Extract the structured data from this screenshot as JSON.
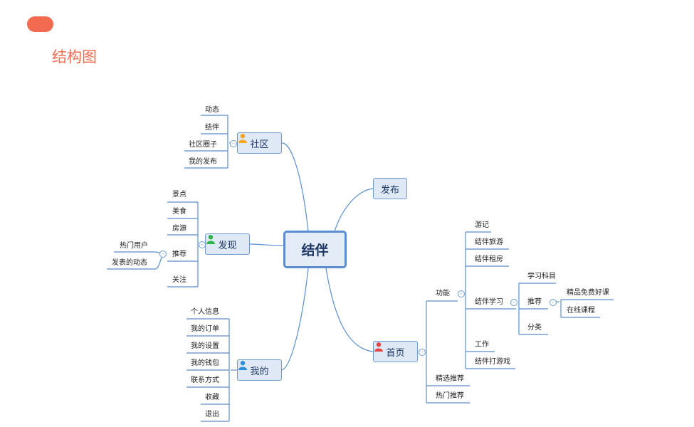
{
  "header": {
    "title": "结构图"
  },
  "center": {
    "label": "结伴"
  },
  "branches": {
    "community": {
      "label": "社区",
      "icon": "person-orange-icon",
      "items": [
        "动态",
        "结伴",
        "社区圈子",
        "我的发布"
      ]
    },
    "discover": {
      "label": "发现",
      "icon": "person-green-icon",
      "items": [
        "景点",
        "美食",
        "房源",
        "推荐",
        "关注"
      ],
      "recommend_items": [
        "热门用户",
        "发表的动态"
      ]
    },
    "mine": {
      "label": "我的",
      "icon": "person-blue-icon",
      "items": [
        "个人信息",
        "我的订单",
        "我的设置",
        "我的钱包",
        "联系方式",
        "收藏",
        "退出"
      ]
    },
    "publish": {
      "label": "发布"
    },
    "home": {
      "label": "首页",
      "icon": "person-red-icon",
      "items": [
        "功能",
        "精选推荐",
        "热门推荐"
      ],
      "function_items": [
        "游记",
        "结伴旅游",
        "结伴租房",
        "结伴学习",
        "工作",
        "结伴打游戏"
      ],
      "study_items": [
        "学习科目",
        "推荐",
        "分类"
      ],
      "study_recommend_items": [
        "精品免费好课",
        "在线课程"
      ]
    }
  },
  "colors": {
    "accent": "#f26b51",
    "line": "#5b8ed0",
    "node_fill": "#dfe9f5"
  }
}
